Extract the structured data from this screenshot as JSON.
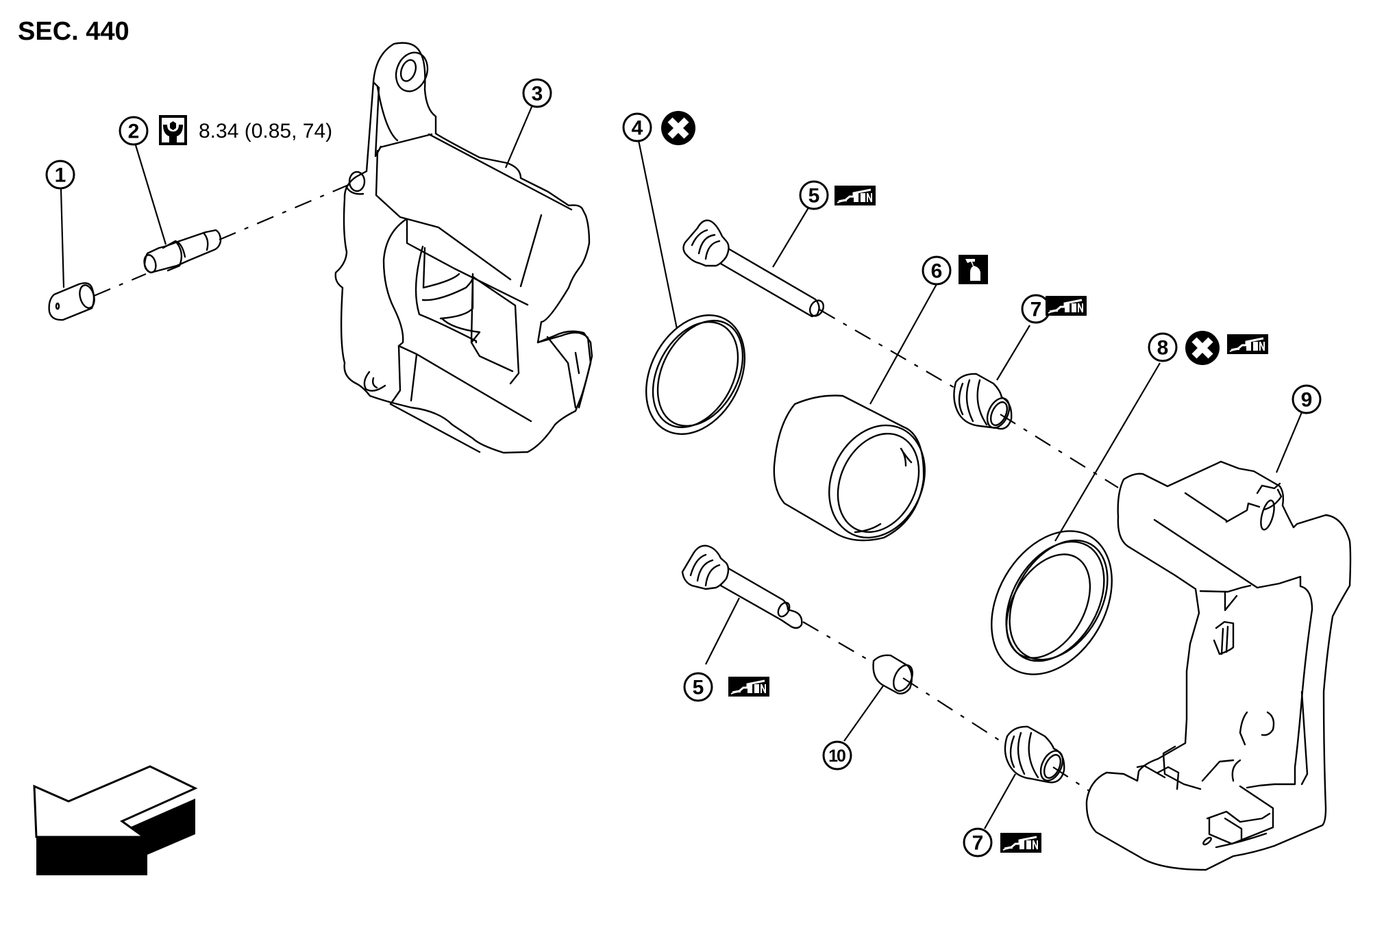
{
  "section_label": "SEC. 440",
  "torque_spec": "8.34 (0.85, 74)",
  "colors": {
    "line": "#000000",
    "background": "#ffffff"
  },
  "callouts": [
    {
      "id": "1",
      "text": "1",
      "part": "bleeder-cap"
    },
    {
      "id": "2",
      "text": "2",
      "part": "bleeder-valve",
      "symbols": [
        "torque-wrench-icon"
      ]
    },
    {
      "id": "3",
      "text": "3",
      "part": "cylinder-body"
    },
    {
      "id": "4",
      "text": "4",
      "part": "piston-seal",
      "symbols": [
        "do-not-reuse-icon"
      ]
    },
    {
      "id": "5a",
      "text": "5",
      "part": "sliding-pin-upper",
      "symbols": [
        "grease-icon"
      ]
    },
    {
      "id": "6",
      "text": "6",
      "part": "piston",
      "symbols": [
        "brake-fluid-icon"
      ]
    },
    {
      "id": "7a",
      "text": "7",
      "part": "sliding-pin-boot-upper",
      "symbols": [
        "grease-icon"
      ]
    },
    {
      "id": "8",
      "text": "8",
      "part": "piston-boot",
      "symbols": [
        "do-not-reuse-icon",
        "grease-icon"
      ]
    },
    {
      "id": "9",
      "text": "9",
      "part": "torque-member"
    },
    {
      "id": "5b",
      "text": "5",
      "part": "sliding-pin-lower",
      "symbols": [
        "grease-icon"
      ]
    },
    {
      "id": "10",
      "text": "10",
      "part": "sleeve"
    },
    {
      "id": "7b",
      "text": "7",
      "part": "sliding-pin-boot-lower",
      "symbols": [
        "grease-icon"
      ]
    }
  ],
  "orientation_arrow": "front-arrow-icon"
}
